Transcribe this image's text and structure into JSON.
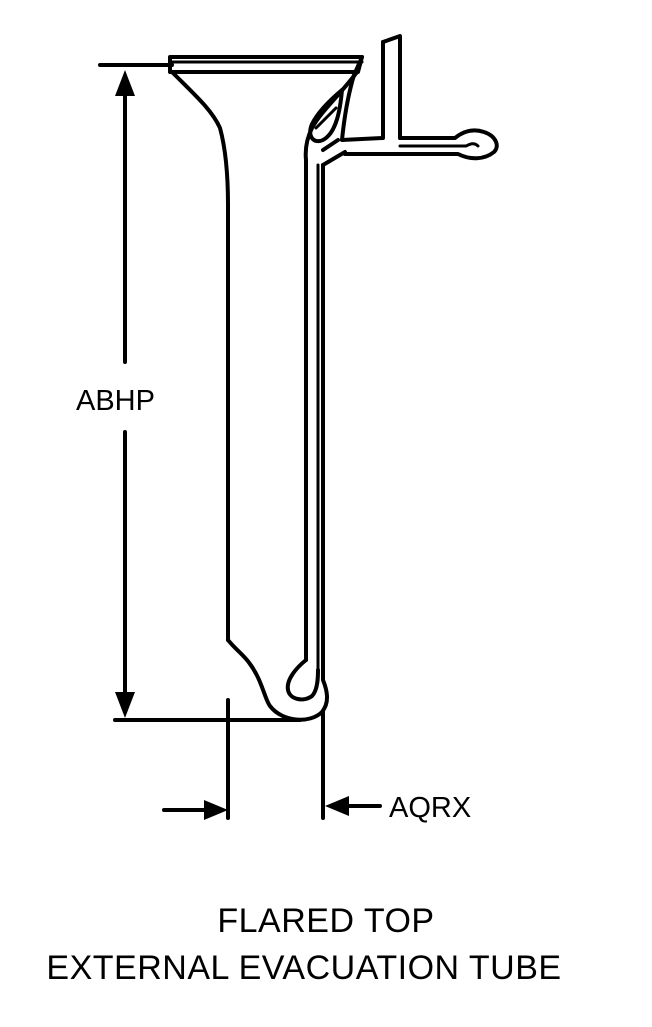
{
  "dimensions": {
    "height_label": "ABHP",
    "diameter_label": "AQRX"
  },
  "caption": {
    "line1": "FLARED TOP",
    "line2": "EXTERNAL EVACUATION TUBE"
  }
}
